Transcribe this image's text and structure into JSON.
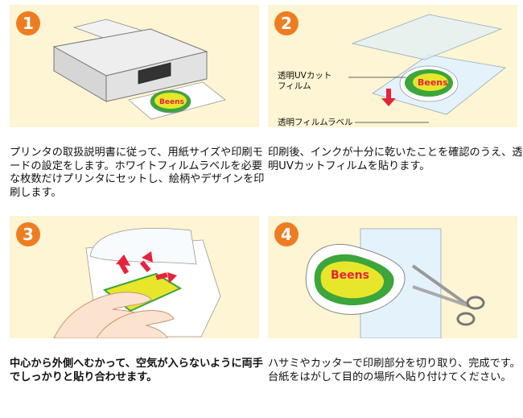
{
  "steps": [
    {
      "number": "1",
      "description": "プリンタの取扱説明書に従って、用紙サイズや印刷モードの設定をします。ホワイトフィルムラベルを必要な枚数だけプリンタにセットし、絵柄やデザインを印刷します。",
      "label_art": "Beens"
    },
    {
      "number": "2",
      "description": "印刷後、インクが十分に乾いたことを確認のうえ、透明UVカットフィルムを貼ります。",
      "label_uv_film": "透明UVカット\nフィルム",
      "label_film_label": "透明フィルムラベル",
      "label_art": "Beens"
    },
    {
      "number": "3",
      "description": "中心から外側へむかって、空気が入らないように両手でしっかりと貼り合わせます。"
    },
    {
      "number": "4",
      "description": "ハサミやカッターで印刷部分を切り取り、完成です。台紙をはがして目的の場所へ貼り付けてください。",
      "label_art": "Beens"
    }
  ],
  "colors": {
    "panel_bg": "#fdf5d3",
    "badge": "#ee7d22",
    "arrow": "#e5243b",
    "label_yellow": "#e8e62a",
    "label_green": "#3ca53c"
  }
}
